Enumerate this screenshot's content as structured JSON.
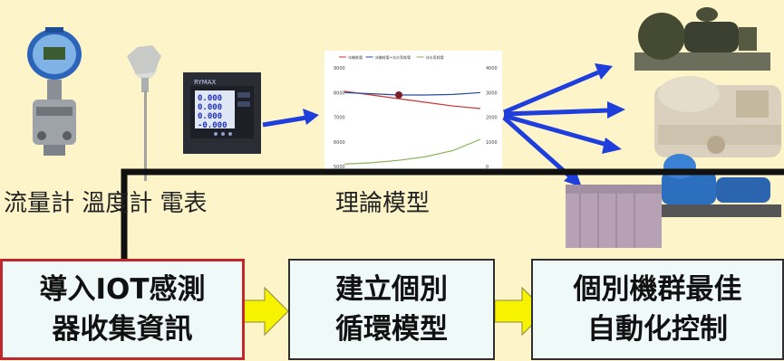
{
  "captions": {
    "sensors": "流量計 溫度計 電表",
    "model": "理論模型"
  },
  "steps": [
    {
      "line1": "導入IOT感測",
      "line2": "器收集資訊"
    },
    {
      "line1": "建立個別",
      "line2": "循環模型"
    },
    {
      "line1": "個別機群最佳",
      "line2": "自動化控制"
    }
  ],
  "meter_display": [
    "0.000",
    "0.000",
    "0.000",
    "-0.000"
  ],
  "meter_brand": "RYMAX",
  "chart_data": {
    "type": "line",
    "series": [
      {
        "name": "冰機耗電",
        "color": "#cc3333",
        "values": [
          8050,
          7900,
          7750,
          7600,
          7450,
          7350
        ]
      },
      {
        "name": "冰機耗電+冰水泵耗電",
        "color": "#2c4a9a",
        "values": [
          8000,
          7950,
          7900,
          7900,
          7920,
          8000
        ]
      },
      {
        "name": "冰水泵耗電",
        "color": "#8ab35a",
        "values": [
          5100,
          5150,
          5250,
          5400,
          5650,
          6100
        ]
      }
    ],
    "ylim": [
      5000,
      9000
    ],
    "y_ticks_left": [
      "9000",
      "8000",
      "7000",
      "6000",
      "5000"
    ],
    "y_ticks_right": [
      "4000",
      "3000",
      "2000",
      "1000",
      "0"
    ],
    "optimum_point": {
      "series": "冰機耗電+冰水泵耗電",
      "index": 2
    }
  },
  "colors": {
    "background": "#fdf5c9",
    "arrow_blue": "#1f3fdc",
    "flow_line": "#111111",
    "step_arrow": "#f7f200",
    "highlight_border": "#c0282d"
  }
}
